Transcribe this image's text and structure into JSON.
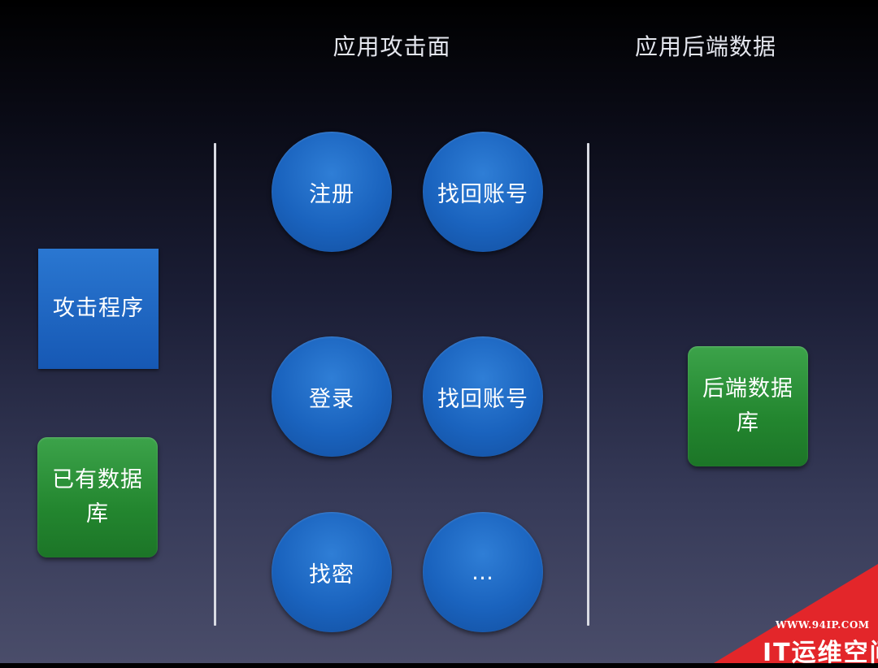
{
  "headings": {
    "attack_surface": "应用攻击面",
    "backend_data": "应用后端数据"
  },
  "left": {
    "attack_program": "攻击程序",
    "existing_db": "已有数据库"
  },
  "circles": [
    {
      "label": "注册"
    },
    {
      "label": "找回账号"
    },
    {
      "label": "登录"
    },
    {
      "label": "找回账号"
    },
    {
      "label": "找密"
    },
    {
      "label": "…"
    }
  ],
  "right": {
    "backend_db": "后端数据库"
  },
  "watermark": {
    "url": "WWW.94IP.COM",
    "name": "IT运维空间"
  },
  "colors": {
    "circle_blue": "#1a63be",
    "box_blue": "#1f68c4",
    "box_green": "#23862f",
    "watermark_red": "#e3262a"
  }
}
